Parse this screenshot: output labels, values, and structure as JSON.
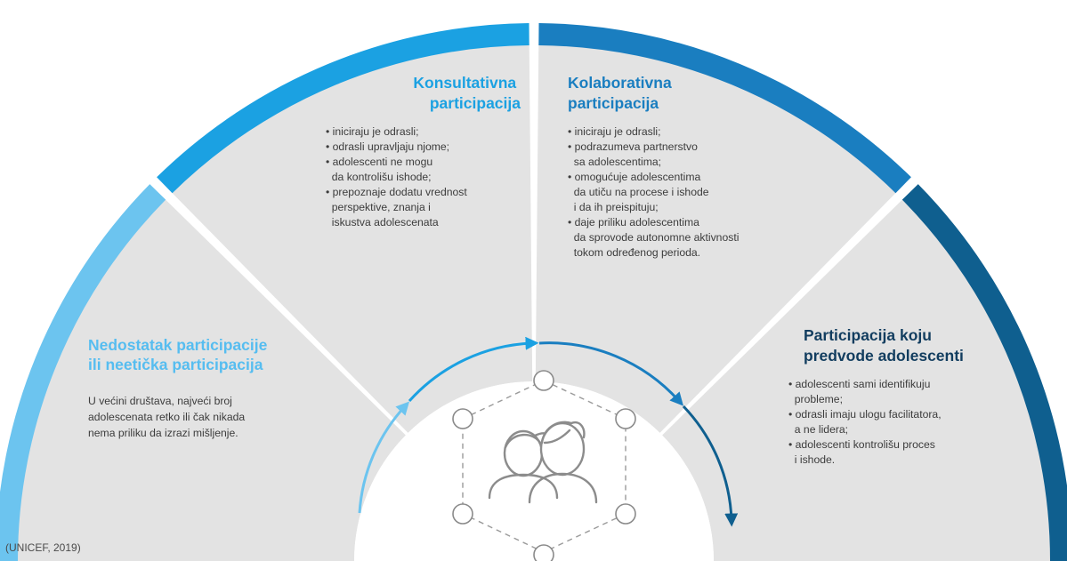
{
  "segments": [
    {
      "title": [
        "Nedostatak participacije",
        "ili neetička participacija"
      ],
      "items": [
        "U većini društava, najveći broj",
        "adolescenata retko ili čak nikada",
        "nema priliku da izrazi mišljenje."
      ],
      "color": "#6cc4ef"
    },
    {
      "title": [
        "Konsultativna",
        "participacija"
      ],
      "items": [
        "• iniciraju je odrasli;",
        "• odrasli upravljaju njome;",
        "• adolescenti ne mogu",
        "  da kontrolišu ishode;",
        "• prepoznaje dodatu vrednost",
        "  perspektive, znanja i",
        "  iskustva adolescenata"
      ],
      "color": "#1ba1e2"
    },
    {
      "title": [
        "Kolaborativna",
        "participacija"
      ],
      "items": [
        "• iniciraju je odrasli;",
        "• podrazumeva partnerstvo",
        "  sa adolescentima;",
        "• omogućuje adolescentima",
        "  da utiču na procese i ishode",
        "  i da ih preispituju;",
        "• daje priliku adolescentima",
        "  da sprovode autonomne aktivnosti",
        "  tokom određenog perioda."
      ],
      "color": "#1a7ec0"
    },
    {
      "title": [
        "Participacija koju",
        "predvode adolescenti"
      ],
      "items": [
        "• adolescenti sami identifikuju",
        "  probleme;",
        "• odrasli imaju ulogu facilitatora,",
        "  a ne lidera;",
        "• adolescenti kontrolišu proces",
        "  i ishode."
      ],
      "color": "#0f5f8f"
    }
  ],
  "source": "(UNICEF, 2019)",
  "colors": {
    "panel": "#e3e3e3",
    "title_dark": "#123d5f",
    "gap": "#ffffff"
  }
}
